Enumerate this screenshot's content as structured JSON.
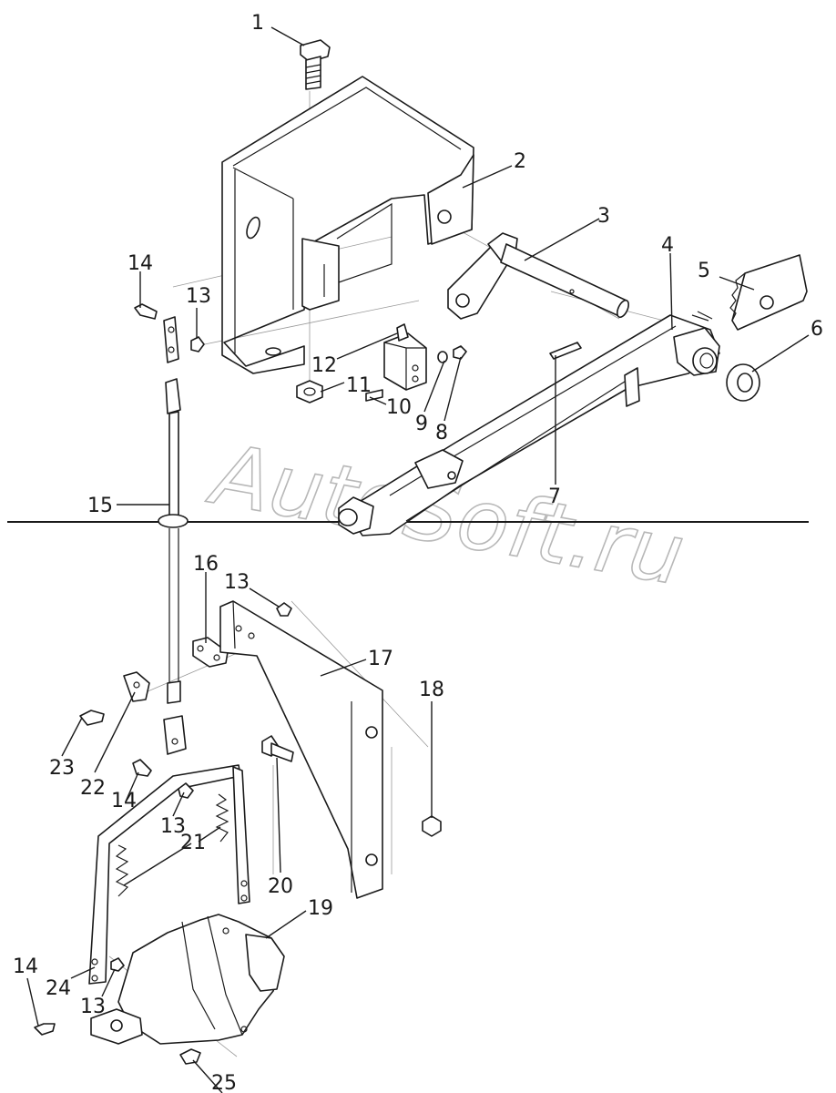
{
  "watermark": {
    "line1": "AutoSoft.ru"
  },
  "callouts": [
    {
      "id": "c1",
      "label": "1"
    },
    {
      "id": "c2",
      "label": "2"
    },
    {
      "id": "c3",
      "label": "3"
    },
    {
      "id": "c4",
      "label": "4"
    },
    {
      "id": "c5",
      "label": "5"
    },
    {
      "id": "c6",
      "label": "6"
    },
    {
      "id": "c7",
      "label": "7"
    },
    {
      "id": "c8",
      "label": "8"
    },
    {
      "id": "c9",
      "label": "9"
    },
    {
      "id": "c10",
      "label": "10"
    },
    {
      "id": "c11",
      "label": "11"
    },
    {
      "id": "c12",
      "label": "12"
    },
    {
      "id": "c13a",
      "label": "13"
    },
    {
      "id": "c14a",
      "label": "14"
    },
    {
      "id": "c15",
      "label": "15"
    },
    {
      "id": "c16",
      "label": "16"
    },
    {
      "id": "c13b",
      "label": "13"
    },
    {
      "id": "c17",
      "label": "17"
    },
    {
      "id": "c18",
      "label": "18"
    },
    {
      "id": "c23",
      "label": "23"
    },
    {
      "id": "c22",
      "label": "22"
    },
    {
      "id": "c14b",
      "label": "14"
    },
    {
      "id": "c13c",
      "label": "13"
    },
    {
      "id": "c21",
      "label": "21"
    },
    {
      "id": "c20",
      "label": "20"
    },
    {
      "id": "c19",
      "label": "19"
    },
    {
      "id": "c14c",
      "label": "14"
    },
    {
      "id": "c24",
      "label": "24"
    },
    {
      "id": "c13d",
      "label": "13"
    },
    {
      "id": "c25",
      "label": "25"
    }
  ]
}
